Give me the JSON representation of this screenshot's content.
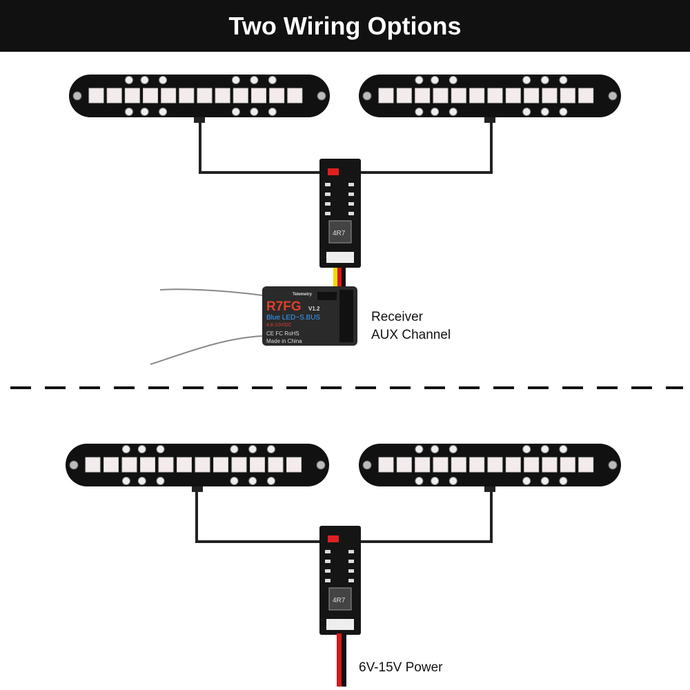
{
  "title": "Two Wiring Options",
  "option1": {
    "label_line1": "Receiver",
    "label_line2": "AUX Channel",
    "receiver": {
      "model": "R7FG",
      "version": "V1.2",
      "subtitle": "Blue LED~S.BUS",
      "voltage": "4.8-10V/DC",
      "telemetry": "Telemetry",
      "certs": "CE FC RoHS",
      "origin": "Made in China"
    },
    "wire_colors": [
      "#f5d800",
      "#d81818",
      "#111111"
    ]
  },
  "option2": {
    "label": "6V-15V Power",
    "wire_colors": [
      "#d81818",
      "#111111"
    ]
  },
  "controller": {
    "inductor_text": "4R7"
  },
  "led_count_per_bar": 12
}
